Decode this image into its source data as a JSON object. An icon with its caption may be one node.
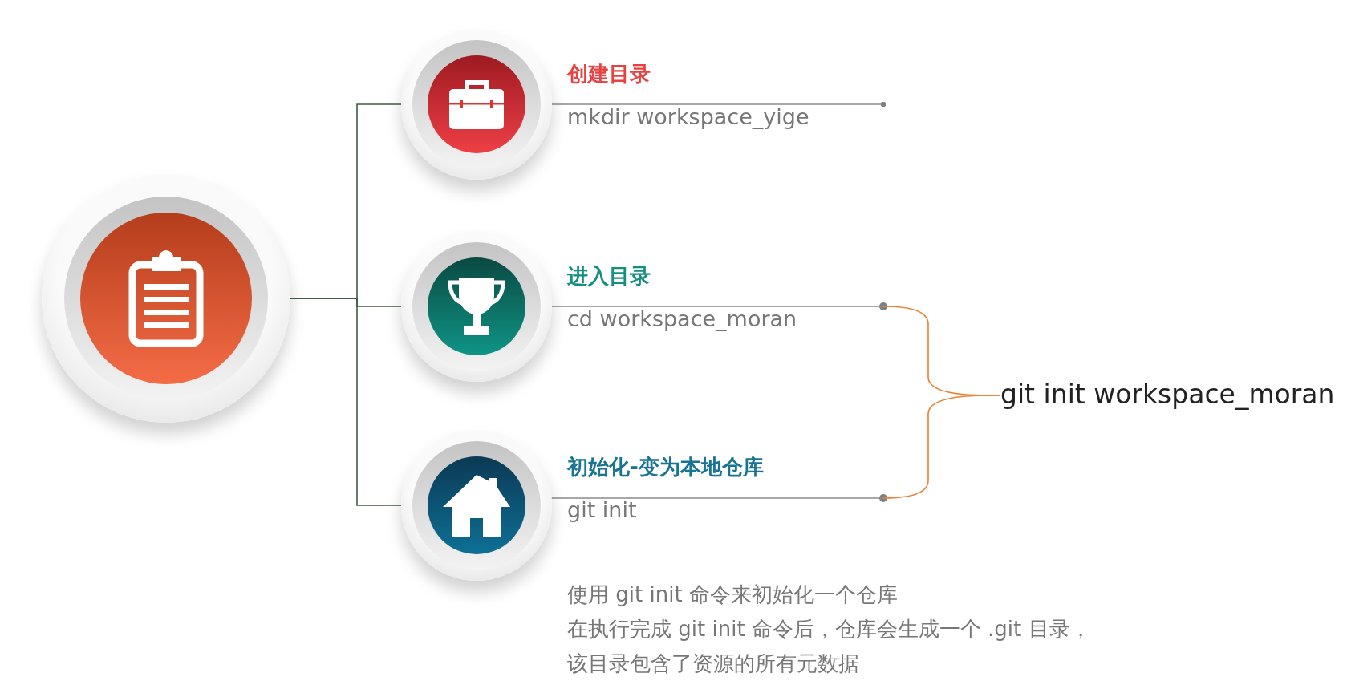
{
  "diagram": {
    "nodes": [
      {
        "text": [],
        "shape": "circle"
      },
      {
        "text": [],
        "shape": "circle"
      },
      {
        "text": [
          "创建目录",
          "mkdir workspace_yige"
        ]
      },
      {
        "text": [],
        "shape": "circle"
      },
      {
        "text": [
          "进入目录",
          "cd workspace_moran"
        ]
      },
      {
        "text": [],
        "shape": "circle"
      },
      {
        "text": [
          "初始化-变为本地仓库",
          "git init"
        ]
      },
      {
        "text": [
          "git init workspace_moran"
        ]
      }
    ],
    "edges": [
      {
        "from": 0,
        "to": 1,
        "arrow": "none"
      },
      {
        "from": 0,
        "to": 3,
        "arrow": "none"
      },
      {
        "from": 0,
        "to": 5,
        "arrow": "none"
      },
      {
        "from": 1,
        "to": null,
        "arrow": "other"
      },
      {
        "from": 3,
        "to": 7,
        "arrow": "none"
      },
      {
        "from": 5,
        "to": 7,
        "arrow": "none"
      }
    ],
    "labels": [
      "使用 git init 命令来初始化一个仓库",
      "在执行完成 git init 命令后，仓库会生成一个 .git 目录，该目录包含了资源的所有元数据"
    ]
  }
}
